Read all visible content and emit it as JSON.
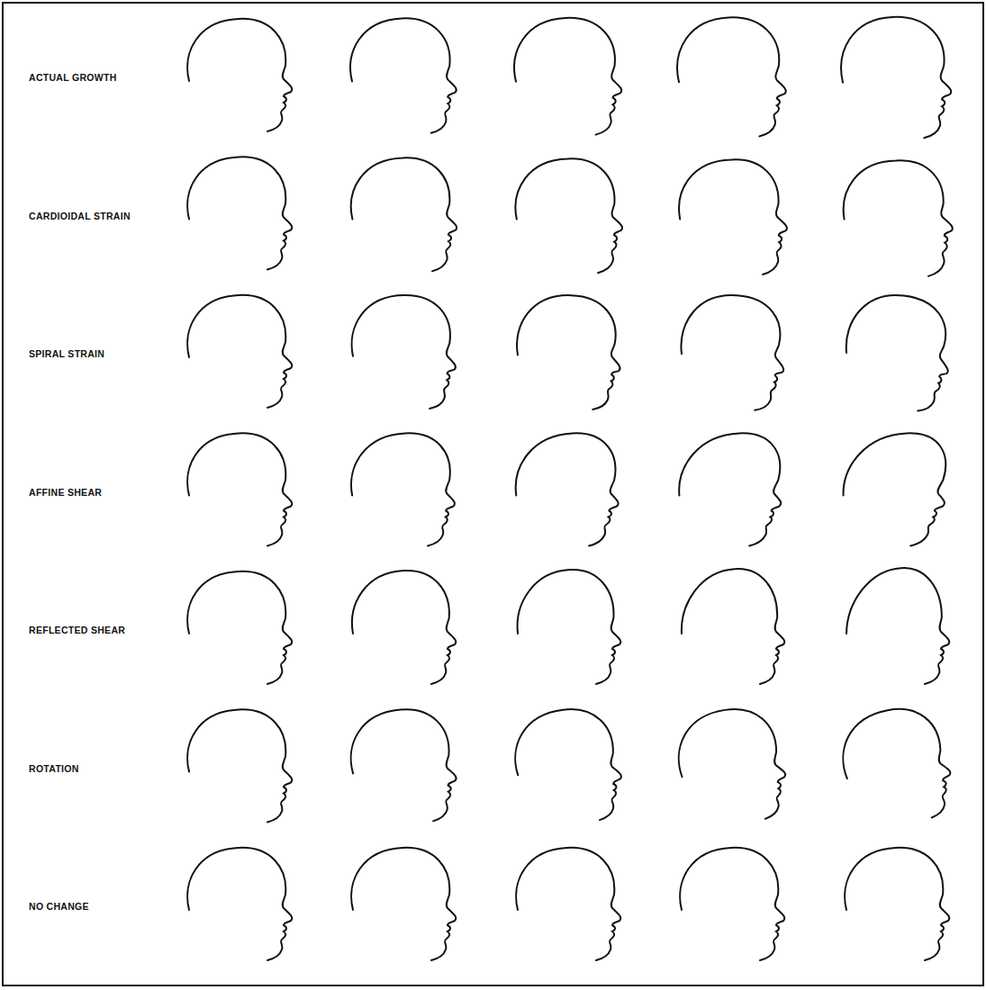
{
  "diagram": {
    "labels": [
      "ACTUAL GROWTH",
      "CARDIOIDAL STRAIN",
      "SPIRAL STRAIN",
      "AFFINE SHEAR",
      "REFLECTED SHEAR",
      "ROTATION",
      "NO CHANGE"
    ]
  }
}
